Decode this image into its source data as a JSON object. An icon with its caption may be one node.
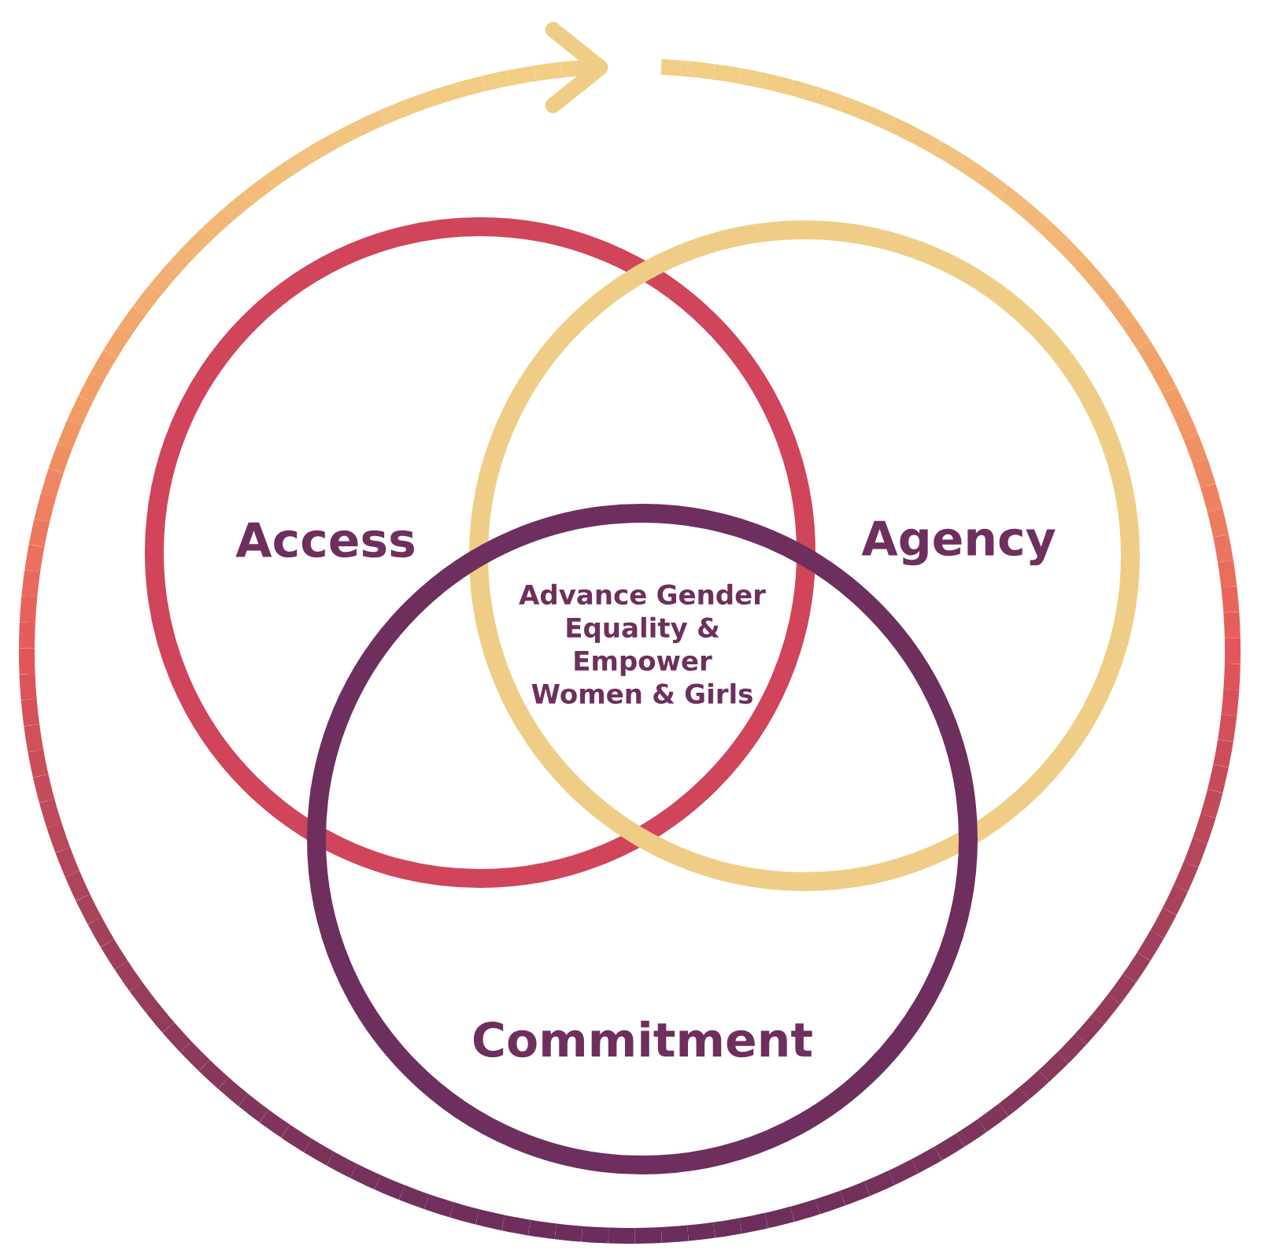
{
  "diagram": {
    "nodes": [
      {
        "text": [
          "Access"
        ]
      },
      {
        "text": [
          "Agency"
        ]
      },
      {
        "text": [
          "Commitment"
        ]
      }
    ],
    "labels": [
      "Advance Gender Equality & Empower Women & Girls"
    ]
  }
}
